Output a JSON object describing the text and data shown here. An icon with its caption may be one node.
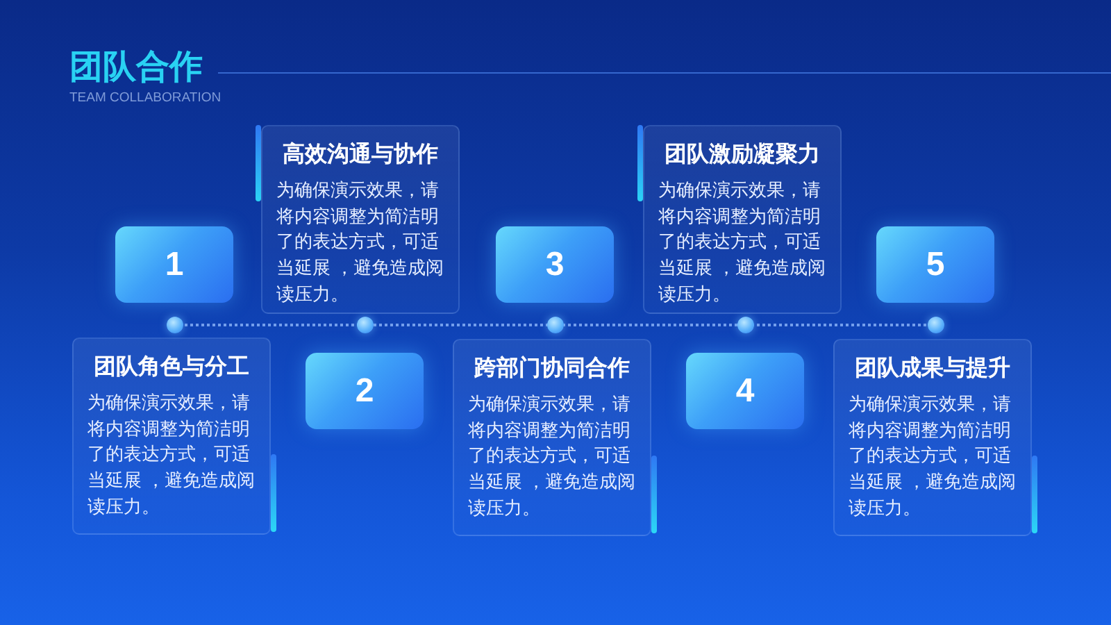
{
  "diagram": {
    "title": "团队合作",
    "nodes": [
      {
        "text": [
          "1"
        ]
      },
      {
        "text": [
          "团队角色与分工",
          "为确保演示效果，请将内容调整为简洁明了的表达方式，可适当延展 ，避免造成阅读压力。"
        ]
      },
      {
        "text": [
          "高效沟通与协作",
          "为确保演示效果，请将内容调整为简洁明了的表达方式，可适当延展 ，避免造成阅读压力。"
        ]
      },
      {
        "text": [
          "2"
        ]
      },
      {
        "text": [
          "3"
        ]
      },
      {
        "text": [
          "跨部门协同合作",
          "为确保演示效果，请将内容调整为简洁明了的表达方式，可适当延展 ，避免造成阅读压力。"
        ]
      },
      {
        "text": [
          "团队激励凝聚力",
          "为确保演示效果，请将内容调整为简洁明了的表达方式，可适当延展 ，避免造成阅读压力。"
        ]
      },
      {
        "text": [
          "4"
        ]
      },
      {
        "text": [
          "5"
        ]
      },
      {
        "text": [
          "团队成果与提升",
          "为确保演示效果，请将内容调整为简洁明了的表达方式，可适当延展 ，避免造成阅读压力。"
        ]
      }
    ],
    "labels": [
      "TEAM COLLABORATION"
    ]
  }
}
